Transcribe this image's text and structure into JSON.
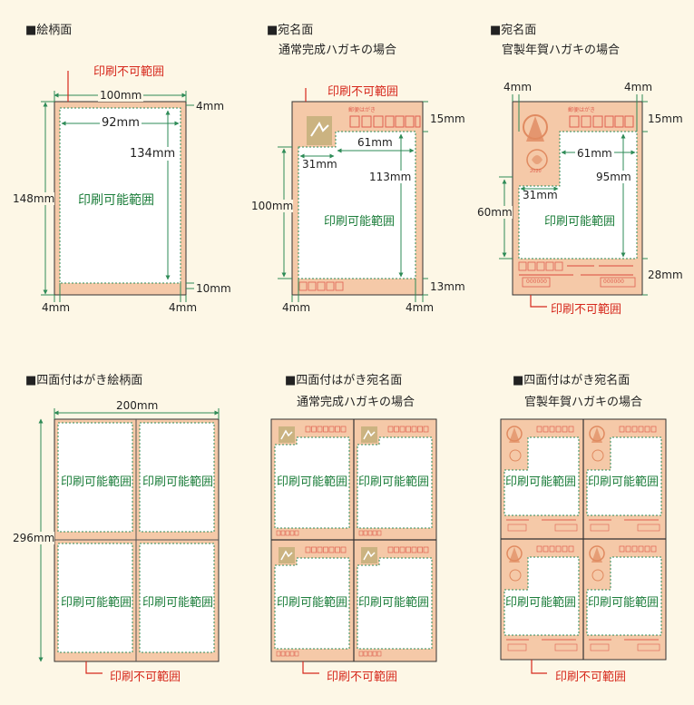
{
  "colors": {
    "card": "#f5c9a8",
    "card_border": "#333333",
    "printable": "#ffffff",
    "dotted": "#2e8b57",
    "red_label": "#d6281c",
    "green_label": "#1b7d3a",
    "stamp": "#e08a60",
    "address_box": "#e06050",
    "background": "#fdf7e6"
  },
  "sections": {
    "picture": {
      "title": "■絵柄面"
    },
    "address_normal": {
      "title": "■宛名面",
      "subtitle": "通常完成ハガキの場合"
    },
    "address_nenga": {
      "title": "■宛名面",
      "subtitle": "官製年賀ハガキの場合"
    },
    "four_picture": {
      "title": "■四面付はがき絵柄面"
    },
    "four_address_normal": {
      "title": "■四面付はがき宛名面",
      "subtitle": "通常完成ハガキの場合"
    },
    "four_address_nenga": {
      "title": "■四面付はがき宛名面",
      "subtitle": "官製年賀ハガキの場合"
    }
  },
  "labels": {
    "non_printable": "印刷不可範囲",
    "printable": "印刷可能範囲",
    "postcard_header": "郵便はがき"
  },
  "dims": {
    "w100": "100mm",
    "w92": "92mm",
    "h134": "134mm",
    "h148": "148mm",
    "m4": "4mm",
    "m10": "10mm",
    "m15": "15mm",
    "m13": "13mm",
    "m28": "28mm",
    "w61": "61mm",
    "w31": "31mm",
    "h113": "113mm",
    "h100": "100mm",
    "h95": "95mm",
    "h60": "60mm",
    "w200": "200mm",
    "h296": "296mm"
  },
  "nenga_year": "2020",
  "zip_digits": "000000"
}
